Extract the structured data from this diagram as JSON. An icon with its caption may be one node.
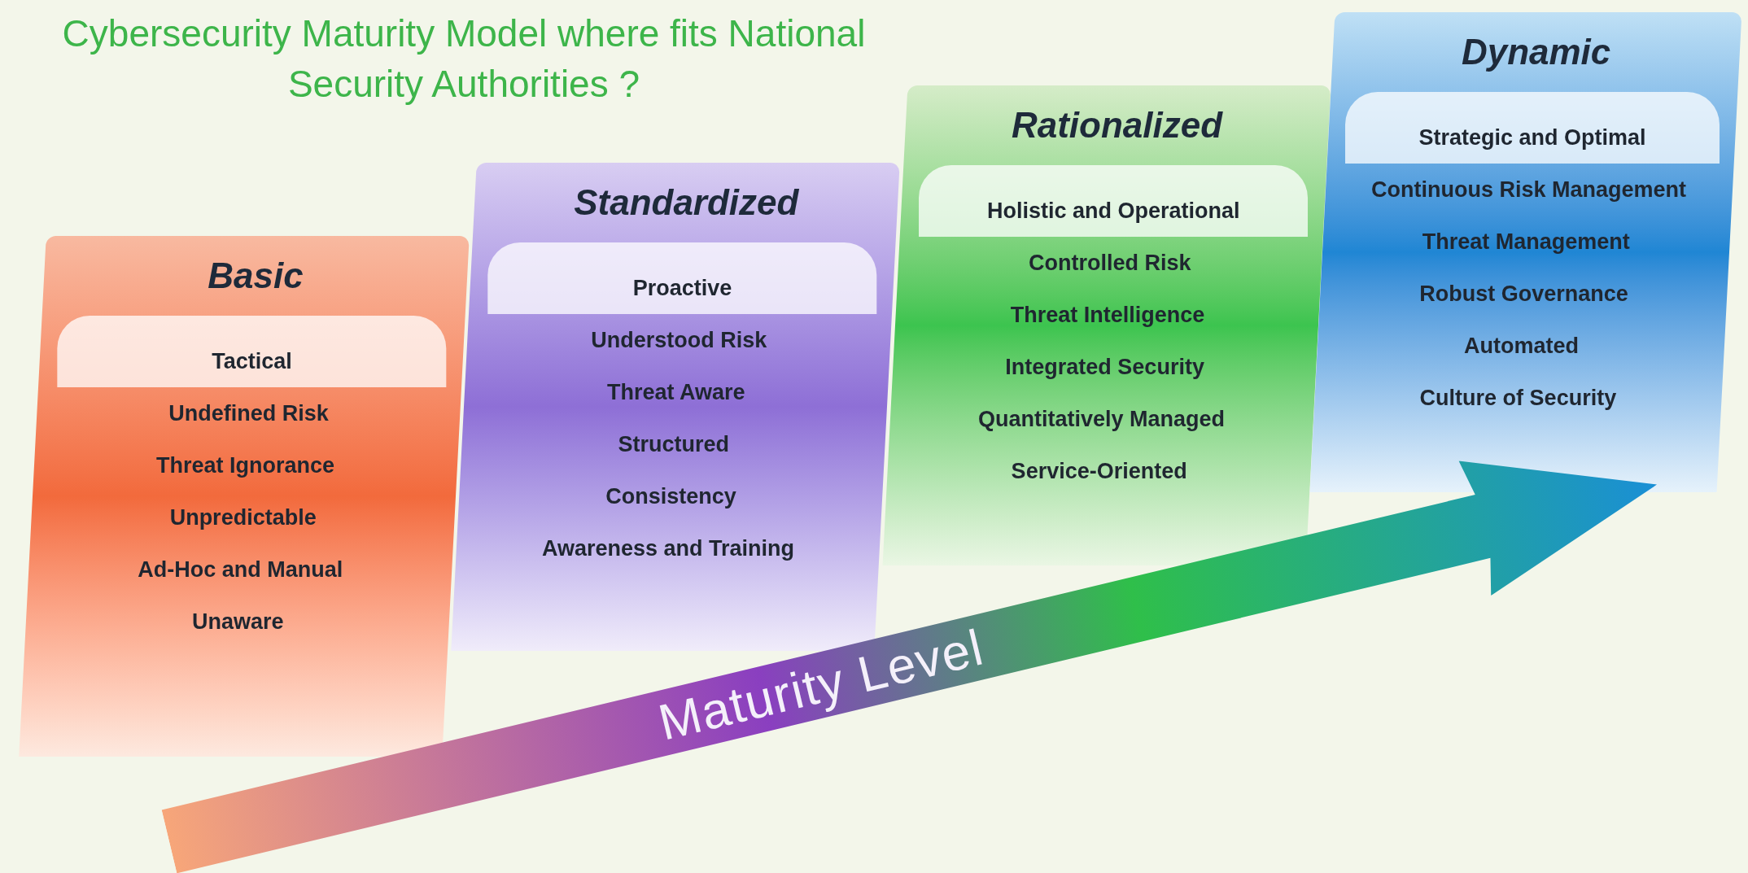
{
  "diagram": {
    "title": "Cybersecurity Maturity Model where fits National Security Authorities ?",
    "nodes": [
      {
        "text": [
          "Basic",
          "Tactical",
          "Undefined Risk",
          "Threat Ignorance",
          "Unpredictable",
          "Ad-Hoc and Manual",
          "Unaware"
        ]
      },
      {
        "text": [
          "Standardized",
          "Proactive",
          "Understood Risk",
          "Threat Aware",
          "Structured",
          "Consistency",
          "Awareness and Training"
        ]
      },
      {
        "text": [
          "Rationalized",
          "Holistic and Operational",
          "Controlled Risk",
          "Threat Intelligence",
          "Integrated Security",
          "Quantitatively Managed",
          "Service-Oriented"
        ]
      },
      {
        "text": [
          "Dynamic",
          "Strategic and Optimal",
          "Continuous Risk Management",
          "Threat Management",
          "Robust Governance",
          "Automated",
          "Culture of Security"
        ]
      },
      {
        "text": [
          "Maturity Level"
        ]
      }
    ]
  }
}
